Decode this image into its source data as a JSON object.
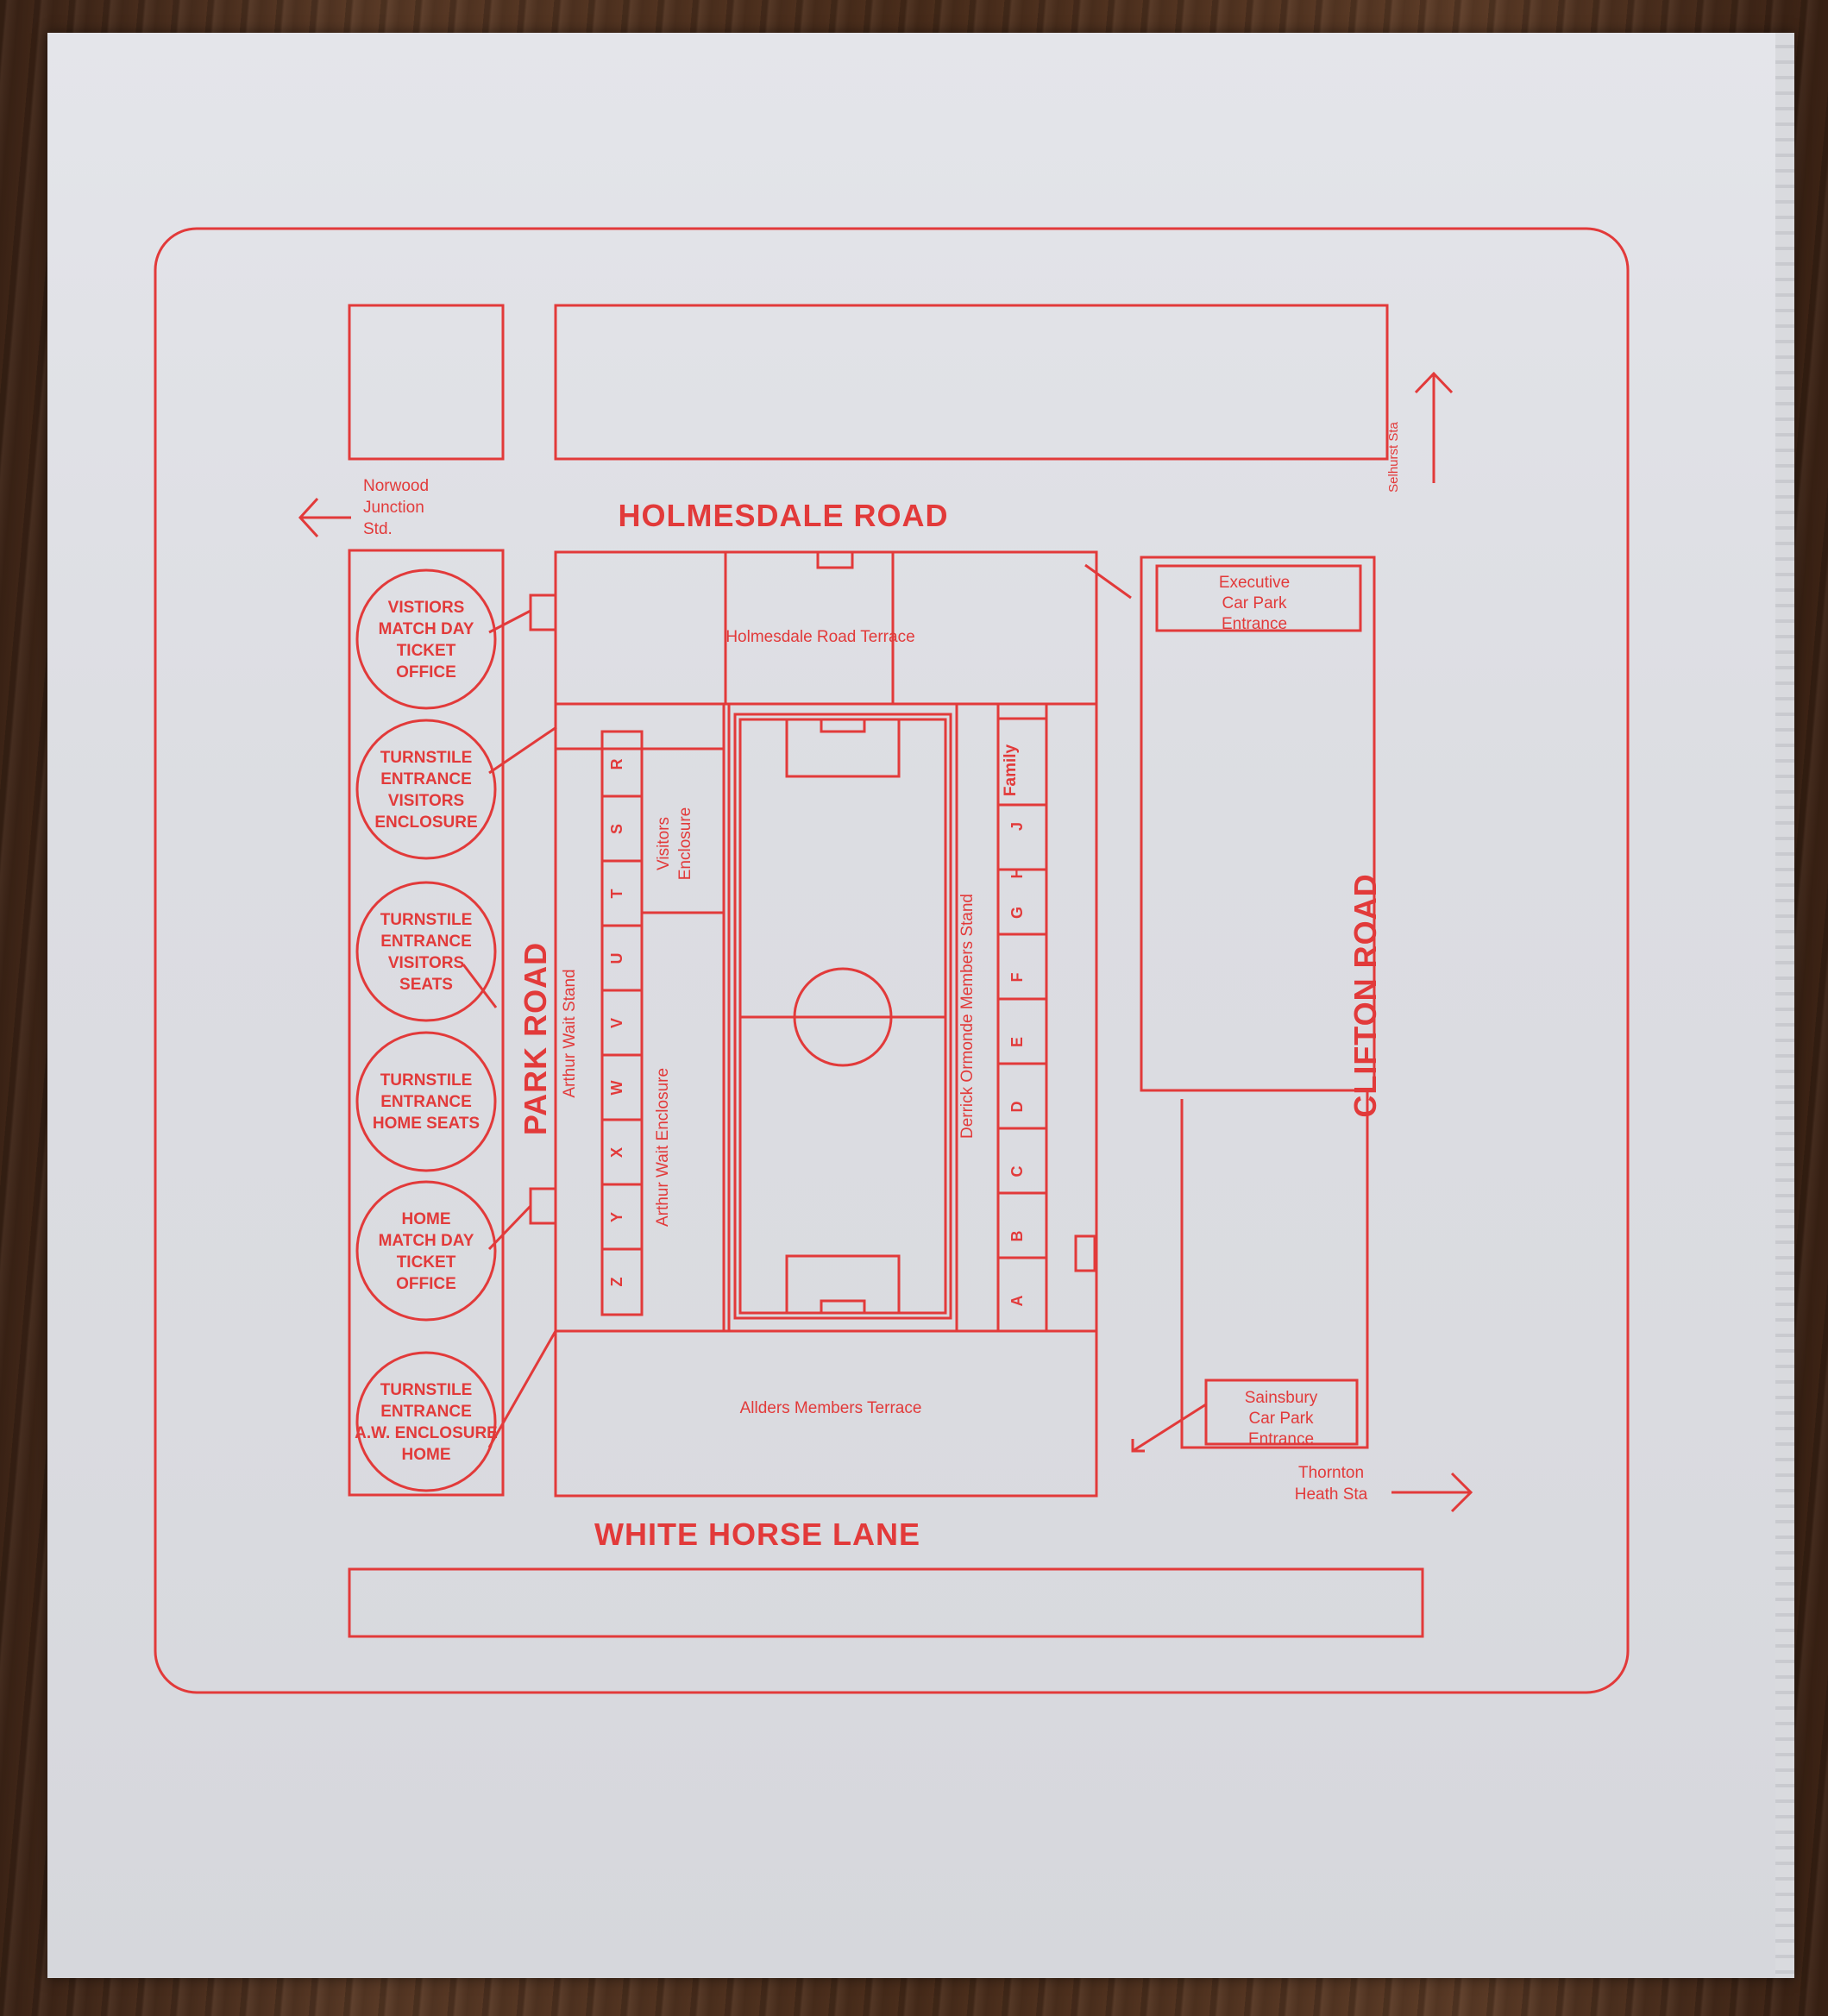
{
  "roads": {
    "holmesdale": "HOLMESDALE ROAD",
    "white_horse": "WHITE HORSE LANE",
    "park": "PARK ROAD",
    "clifton": "CLIFTON ROAD"
  },
  "stations": {
    "norwood": [
      "Norwood",
      "Junction",
      "Std."
    ],
    "selhurst": "Selhurst Sta",
    "thornton": [
      "Thornton",
      "Heath Sta"
    ]
  },
  "stands": {
    "holmesdale_terrace": "Holmesdale Road Terrace",
    "alliders_terrace": "Allders Members Terrace",
    "arthur_wait_stand": "Arthur Wait Stand",
    "arthur_wait_enclosure": "Arthur Wait Enclosure",
    "visitors_enclosure": [
      "Visitors",
      "Enclosure"
    ],
    "derrick_ormonde": "Derrick Ormonde Members Stand",
    "family": "Family"
  },
  "car_parks": {
    "executive": [
      "Executive",
      "Car Park",
      "Entrance"
    ],
    "sainsbury": [
      "Sainsbury",
      "Car Park",
      "Entrance"
    ]
  },
  "circles": [
    [
      "VISTIORS",
      "MATCH DAY",
      "TICKET",
      "OFFICE"
    ],
    [
      "TURNSTILE",
      "ENTRANCE",
      "VISITORS",
      "ENCLOSURE"
    ],
    [
      "TURNSTILE",
      "ENTRANCE",
      "VISITORS",
      "SEATS"
    ],
    [
      "TURNSTILE",
      "ENTRANCE",
      "HOME SEATS"
    ],
    [
      "HOME",
      "MATCH DAY",
      "TICKET",
      "OFFICE"
    ],
    [
      "TURNSTILE",
      "ENTRANCE",
      "A.W. ENCLOSURE",
      "HOME"
    ]
  ],
  "blocks": {
    "west": [
      "R",
      "S",
      "T",
      "U",
      "V",
      "W",
      "X",
      "Y",
      "Z"
    ],
    "east": [
      "J",
      "H",
      "G",
      "F",
      "E",
      "D",
      "C",
      "B",
      "A"
    ]
  },
  "colors": {
    "ink": "#e23a3a",
    "paper": "#dedfe4"
  }
}
